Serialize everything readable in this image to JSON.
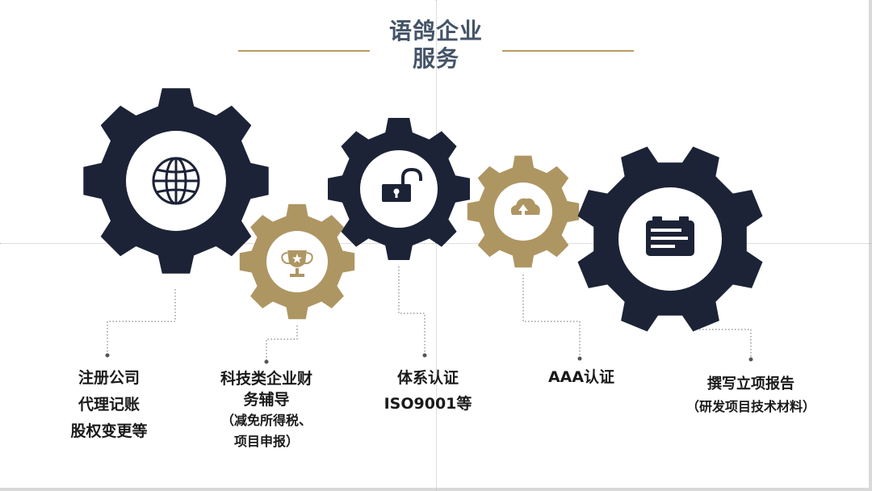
{
  "title": {
    "line1": "语鸽企业",
    "line2": "服务"
  },
  "colors": {
    "navy": "#1c2336",
    "gold": "#ae9663",
    "title": "#445468",
    "accent_line": "#b89c62"
  },
  "services": [
    {
      "icon": "globe-icon",
      "lines": [
        "注册公司",
        "代理记账",
        "股权变更等"
      ]
    },
    {
      "icon": "trophy-icon",
      "lines": [
        "科技类企业财",
        "务辅导",
        "（减免所得税、",
        "项目申报）"
      ]
    },
    {
      "icon": "unlock-icon",
      "lines": [
        "体系认证",
        "ISO9001等"
      ]
    },
    {
      "icon": "cloud-upload-icon",
      "lines": [
        "AAA认证"
      ]
    },
    {
      "icon": "card-icon",
      "lines": [
        "撰写立项报告",
        "（研发项目技术材料）"
      ]
    }
  ]
}
